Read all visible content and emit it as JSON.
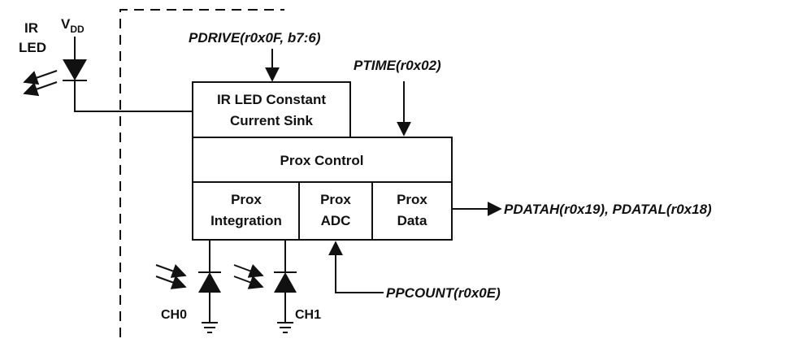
{
  "left_labels": {
    "ir_led_line1": "IR",
    "ir_led_line2": "LED",
    "vdd_main": "V",
    "vdd_sub": "DD"
  },
  "registers": {
    "pdrive": "PDRIVE(r0x0F, b7:6)",
    "ptime": "PTIME(r0x02)",
    "pdata": "PDATAH(r0x19), PDATAL(r0x18)",
    "ppcount": "PPCOUNT(r0x0E)"
  },
  "blocks": {
    "ir_sink_line1": "IR LED Constant",
    "ir_sink_line2": "Current Sink",
    "prox_control": "Prox Control",
    "prox_integration_line1": "Prox",
    "prox_integration_line2": "Integration",
    "prox_adc_line1": "Prox",
    "prox_adc_line2": "ADC",
    "prox_data_line1": "Prox",
    "prox_data_line2": "Data"
  },
  "channels": {
    "ch0": "CH0",
    "ch1": "CH1"
  },
  "colors": {
    "ink": "#111111",
    "background": "#ffffff"
  }
}
